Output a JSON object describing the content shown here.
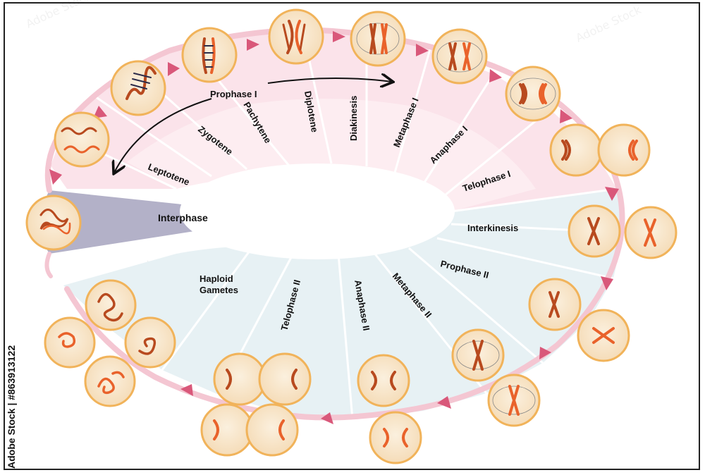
{
  "stages": {
    "interphase": "Interphase",
    "prophase_i": "Prophase I",
    "leptotene": "Leptotene",
    "zygotene": "Zygotene",
    "pachytene": "Pachytene",
    "diplotene": "Diplotene",
    "diakinesis": "Diakinesis",
    "metaphase_i": "Metaphase I",
    "anaphase_i": "Anaphase I",
    "telophase_i": "Telophase I",
    "interkinesis": "Interkinesis",
    "prophase_ii": "Prophase II",
    "metaphase_ii": "Metaphase II",
    "anaphase_ii": "Anaphase II",
    "telophase_ii": "Telophase II",
    "haploid_gametes_line1": "Haploid",
    "haploid_gametes_line2": "Gametes"
  },
  "credit": "Adobe Stock | #863913122",
  "watermark": "Adobe Stock",
  "colors": {
    "ring_pink": "#f4c6d2",
    "sector_pink": "#fbe3ea",
    "sector_blue": "#e7f1f4",
    "interphase_fill": "#b3b1c8",
    "arrow_pink": "#d9587a",
    "cell_fill": "#f8e6cc",
    "cell_border": "#f1b35a",
    "chromosome_dark": "#b84a1f",
    "chromosome_light": "#e9622b"
  }
}
